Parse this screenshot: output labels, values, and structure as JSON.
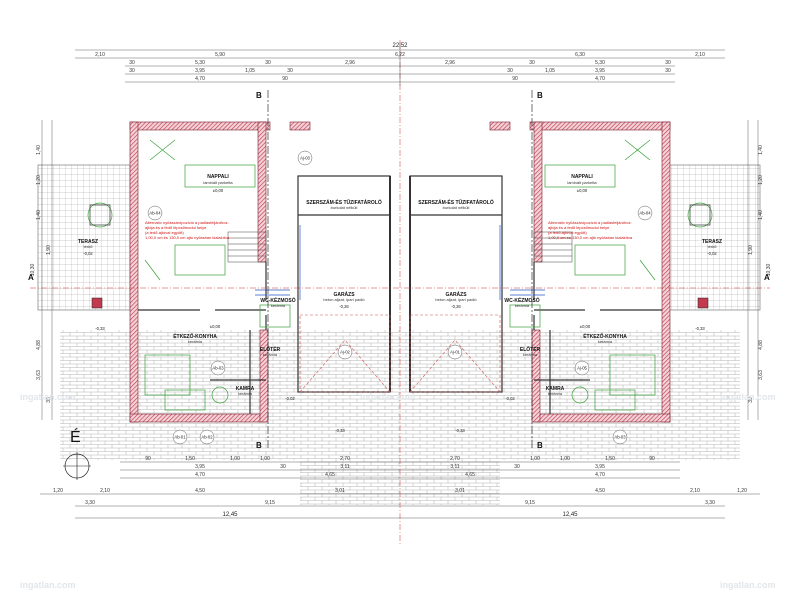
{
  "drawing": {
    "overall_width": "22,52",
    "half_width": "6,22",
    "left_unit_width": "12,45",
    "right_unit_width": "12,45",
    "north_label": "É",
    "section_marker": "B",
    "axis_label": "A",
    "watermark_left": "ingatlan.com",
    "watermark_center": "ingatlan.com",
    "watermark_right": "ingatlan.com",
    "watermark_bottom_left": "ingatlan.com",
    "watermark_bottom_right": "ingatlan.com"
  },
  "dimensions": {
    "top_row1": [
      "2,10",
      "5,90",
      "6,22",
      "6,30",
      "2,10"
    ],
    "top_row2": [
      "30",
      "5,30",
      "30",
      "2,96",
      "2,96",
      "30",
      "5,30",
      "30"
    ],
    "top_row3": [
      "30",
      "3,95",
      "1,05",
      "30",
      "30",
      "1,05",
      "3,95",
      "30"
    ],
    "top_row4": [
      "4,70",
      "90",
      "90",
      "4,70"
    ],
    "left_side": [
      "1,40",
      "1,20",
      "1,40",
      "4,88",
      "3,63",
      "30",
      "1,90"
    ],
    "right_side": [
      "1,40",
      "1,20",
      "1,40",
      "4,88",
      "3,63",
      "30",
      "1,90"
    ],
    "side_total_left": "10,30",
    "side_total_right": "10,30",
    "bottom_row1": [
      "90",
      "1,50",
      "1,00",
      "1,00",
      "2,70",
      "2,70",
      "1,00",
      "1,00",
      "1,50",
      "90"
    ],
    "bottom_row2": [
      "3,95",
      "30",
      "3,11",
      "3,11",
      "30",
      "3,95"
    ],
    "bottom_row3": [
      "4,70",
      "4,65",
      "4,65",
      "4,70"
    ],
    "bottom_row4": [
      "1,20",
      "2,10",
      "4,50",
      "3,01",
      "3,01",
      "4,50",
      "2,10",
      "1,20"
    ],
    "bottom_row5": [
      "3,30",
      "9,15",
      "9,15",
      "3,30"
    ],
    "bottom_row6": [
      "12,45",
      "12,45"
    ]
  },
  "rooms_left": {
    "living": "NAPPALI",
    "living_sub": "laminált parketta",
    "terrace": "TERASZ",
    "terrace_sub": "térkő",
    "storage": "SZERSZÁM-ÉS TŰZIFATÁROLÓ",
    "storage_sub": "burkolat nélküli",
    "garage": "GARÁZS",
    "garage_sub": "beton aljzat, ipari padló",
    "wc": "WC-KÉZMOSÓ",
    "wc_sub": "kerámia",
    "dining": "ÉTKEZŐ-KONYHA",
    "dining_sub": "kerámia",
    "hall": "ELŐTÉR",
    "hall_sub": "kerámia",
    "pantry": "KAMRA",
    "pantry_sub": "kerámia"
  },
  "rooms_right": {
    "living": "NAPPALI",
    "living_sub": "laminált parketta",
    "terrace": "TERASZ",
    "terrace_sub": "térkő",
    "storage": "SZERSZÁM-ÉS TŰZIFATÁROLÓ",
    "storage_sub": "burkolat nélküli",
    "garage": "GARÁZS",
    "garage_sub": "beton aljzat, ipari padló",
    "wc": "WC-KÉZMOSÓ",
    "wc_sub": "kerámia",
    "dining": "ÉTKEZŐ-KONYHA",
    "dining_sub": "kerámia",
    "hall": "ELŐTÉR",
    "hall_sub": "kerámia",
    "pantry": "KAMRA",
    "pantry_sub": "kerámia"
  },
  "levels": {
    "zero": "±0,00",
    "minus_002": "-0,02",
    "minus_026": "-0,26",
    "minus_033": "-0,33",
    "minus_020": "-0,20"
  },
  "notes": {
    "left_note": [
      "Alternatív nyílászárópozíció a padlásfeljáróhoz:",
      "ajtója és a fedő lépcsőmodul helye",
      "(a fedő-ajtóval együtt)",
      "1,00,0 cm és 130,0 cm ajtó nyílásban kialakítva"
    ],
    "right_note": [
      "Alternatív nyílászárópozíció a padlásfeljáróhoz:",
      "ajtója és a fedő lépcsőmodul helye",
      "(a fedő-ajtóval együtt)",
      "1,00,0 cm és 130,0 cm ajtó nyílásban kialakítva"
    ]
  },
  "window_tags": {
    "t1": "Ab-04",
    "t2": "Aj-03",
    "t3": "Ab-01",
    "t4": "Ab-02",
    "t5": "Ab-03",
    "t6": "Aj-02",
    "t7": "Aj-01",
    "t8": "Aj-05",
    "t9": "Ab-03",
    "t10": "Ab-04"
  },
  "colors": {
    "wall_hatch": "#c23a4e",
    "dim_line": "#3a3a3a",
    "green_fixture": "#3aa03a",
    "blue_fixture": "#2a55c8",
    "red_note": "#d01010",
    "axis_red": "#d03030",
    "paving": "#8a8a8a"
  }
}
